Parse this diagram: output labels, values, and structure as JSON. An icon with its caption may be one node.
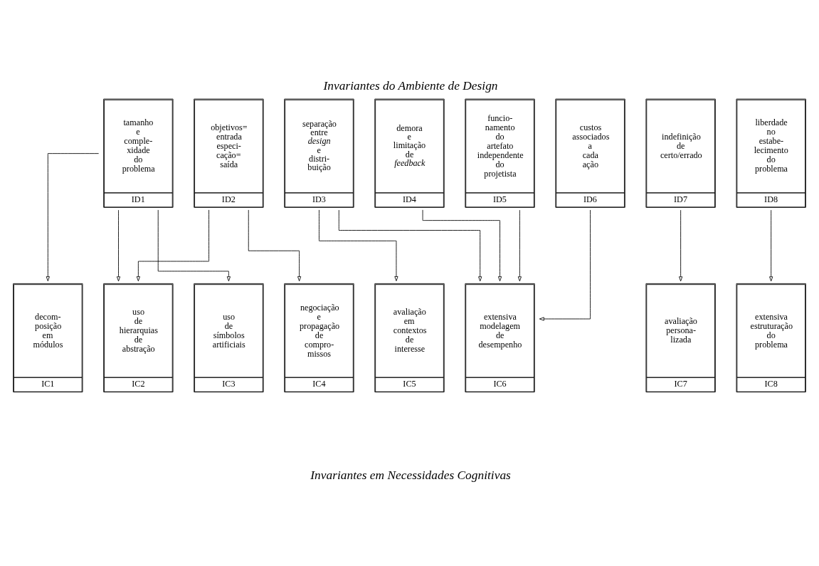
{
  "diagram": {
    "title": "Invariantes do Ambiente de Design",
    "caption": "Invariantes em Necessidades Cognitivas",
    "nodes": [
      {
        "text": [
          "tamanho e comple- xidade do problema",
          "ID1"
        ]
      },
      {
        "text": [
          "objetivos= entrada especi- cação= saída",
          "ID2"
        ]
      },
      {
        "text": [
          "separação entre *design* e distri- buição",
          "ID3"
        ]
      },
      {
        "text": [
          "demora e limitação de *feedback*",
          "ID4"
        ]
      },
      {
        "text": [
          "funcio- namento do artefato independente do projetista",
          "ID5"
        ]
      },
      {
        "text": [
          "custos associados a cada ação",
          "ID6"
        ]
      },
      {
        "text": [
          "indefinição de certo/errado",
          "ID7"
        ]
      },
      {
        "text": [
          "liberdade no estabe- lecimento do problema",
          "ID8"
        ]
      },
      {
        "text": [
          "decom- posição em módulos",
          "IC1"
        ]
      },
      {
        "text": [
          "uso de hierarquias de abstração",
          "IC2"
        ]
      },
      {
        "text": [
          "uso de símbolos artificiais",
          "IC3"
        ]
      },
      {
        "text": [
          "negociação e propagação de compro- missos",
          "IC4"
        ]
      },
      {
        "text": [
          "avaliação em contextos de interesse",
          "IC5"
        ]
      },
      {
        "text": [
          "extensiva modelagem de desempenho",
          "IC6"
        ]
      },
      {
        "text": [
          "avaliação persona- lizada",
          "IC7"
        ]
      },
      {
        "text": [
          "extensiva estruturação do problema",
          "IC8"
        ]
      }
    ],
    "edges": [
      {
        "from": 0,
        "to": 8,
        "arrow": "to"
      },
      {
        "from": 0,
        "to": 9,
        "arrow": "to"
      },
      {
        "from": 0,
        "to": 10,
        "arrow": "to"
      },
      {
        "from": 1,
        "to": 9,
        "arrow": "to"
      },
      {
        "from": 1,
        "to": 11,
        "arrow": "to"
      },
      {
        "from": 2,
        "to": 12,
        "arrow": "to"
      },
      {
        "from": 2,
        "to": 13,
        "arrow": "to"
      },
      {
        "from": 3,
        "to": 13,
        "arrow": "to"
      },
      {
        "from": 4,
        "to": 13,
        "arrow": "to"
      },
      {
        "from": 5,
        "to": 13,
        "arrow": "to"
      },
      {
        "from": 6,
        "to": 14,
        "arrow": "to"
      },
      {
        "from": 7,
        "to": 15,
        "arrow": "to"
      }
    ]
  }
}
